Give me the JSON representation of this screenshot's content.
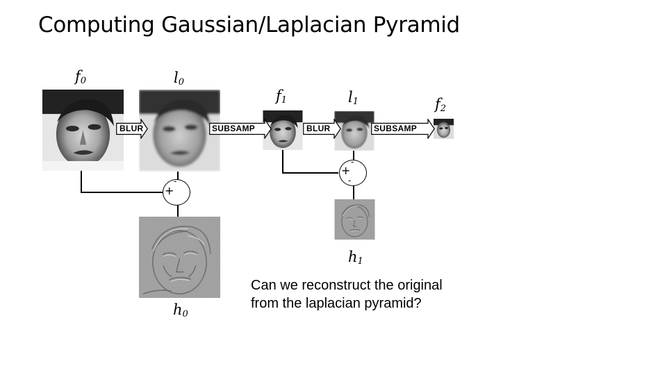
{
  "slide": {
    "title": "Computing Gaussian/Laplacian Pyramid",
    "question_lines": [
      "Can we reconstruct the original",
      "from the laplacian pyramid?"
    ]
  },
  "diagram": {
    "labels": {
      "f0": {
        "base": "f",
        "sub": "0"
      },
      "l0": {
        "base": "l",
        "sub": "0"
      },
      "f1": {
        "base": "f",
        "sub": "1"
      },
      "l1": {
        "base": "l",
        "sub": "1"
      },
      "f2": {
        "base": "f",
        "sub": "2"
      },
      "h0": {
        "base": "h",
        "sub": "0"
      },
      "h1": {
        "base": "h",
        "sub": "1"
      }
    },
    "ops": {
      "blur": "BLUR",
      "subsamp": "SUBSAMP"
    },
    "node_signs": {
      "plus": "+",
      "minus": "-"
    },
    "colors": {
      "arrow_fill": "#ffffff",
      "stroke": "#000000",
      "photo_dark": "#1a1a1a",
      "photo_light": "#d8d8d8",
      "laplacian_gray": "#9a9a9a"
    }
  }
}
